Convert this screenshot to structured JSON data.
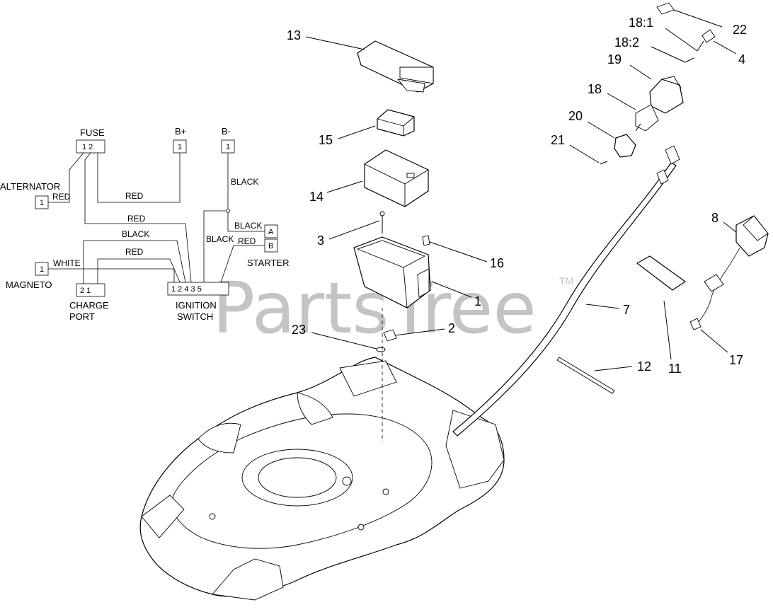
{
  "watermark": {
    "text": "PartsTree",
    "tm": "TM"
  },
  "schematic": {
    "fuse": {
      "label": "FUSE",
      "pins": "1 2"
    },
    "bplus": {
      "label": "B+",
      "pin": "1"
    },
    "bminus": {
      "label": "B-",
      "pin": "1"
    },
    "alternator": {
      "label": "ALTERNATOR",
      "pin": "1",
      "wire": "RED"
    },
    "magneto": {
      "label": "MAGNETO",
      "pin": "1",
      "wire": "WHITE"
    },
    "charge_port": {
      "label_line1": "CHARGE",
      "label_line2": "PORT",
      "pins": "2  1"
    },
    "ignition_switch": {
      "label_line1": "IGNITION",
      "label_line2": "SWITCH",
      "pins": "1 2 4 3  5"
    },
    "starter": {
      "label": "STARTER",
      "pin_a": "A",
      "pin_b": "B"
    },
    "wires": {
      "fuse_bplus": "RED",
      "fuse_switch": "RED",
      "bminus_down": "BLACK",
      "starter_a": "BLACK",
      "switch_starter_b_black": "BLACK",
      "starter_b_red": "RED",
      "charge_black": "BLACK",
      "charge_red": "RED"
    }
  },
  "callouts": {
    "c1": "1",
    "c2": "2",
    "c3": "3",
    "c4": "4",
    "c7": "7",
    "c8": "8",
    "c11": "11",
    "c12": "12",
    "c13": "13",
    "c14": "14",
    "c15": "15",
    "c16": "16",
    "c17": "17",
    "c18": "18",
    "c18_1": "18:1",
    "c18_2": "18:2",
    "c19": "19",
    "c20": "20",
    "c21": "21",
    "c22": "22",
    "c23": "23"
  }
}
